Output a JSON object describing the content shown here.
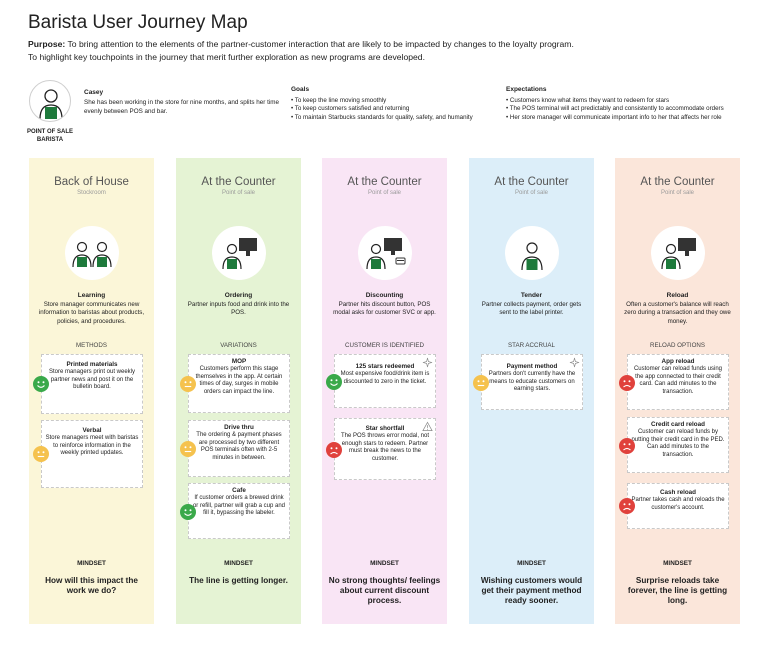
{
  "title": "Barista User Journey Map",
  "purpose": {
    "label": "Purpose:",
    "line1": " To bring attention to the elements of the partner-customer interaction that are likely to be impacted by changes to the loyalty program.",
    "line2": "To highlight key touchpoints in the journey that merit further exploration as new programs are developed."
  },
  "persona": {
    "role_line1": "POINT OF SALE",
    "role_line2": "BARISTA",
    "name": "Casey",
    "description": "She has been working in the store for nine months, and splits her time evenly between POS and bar."
  },
  "goals": {
    "heading": "Goals",
    "items": [
      "• To keep the line moving smoothly",
      "• To keep customers satisfied and returning",
      "• To maintain Starbucks standards for quality, safety, and humanity"
    ]
  },
  "expectations": {
    "heading": "Expectations",
    "items": [
      "• Customers know what items they want to redeem for stars",
      "• The POS terminal will act predictably and consistently to accommodate orders",
      "• Her store manager will communicate important info to her that affects her role"
    ]
  },
  "colors": {
    "col1": "#fbf6d8",
    "col2": "#e5f3d4",
    "col3": "#f9e5f5",
    "col4": "#dceef9",
    "col5": "#fbe6da",
    "apron": "#1e7a3c",
    "happy": "#3aa94a",
    "neutral": "#f5c24e",
    "sad": "#e0413c"
  },
  "columns": [
    {
      "heading": "Back of House",
      "sub": "Stockroom",
      "icon": "two-baristas-icon",
      "step": "Learning",
      "desc": "Store manager communicates new information to baristas about products, policies, and procedures.",
      "section": "METHODS",
      "cards": [
        {
          "title": "Printed materials",
          "text": "Store managers print out weekly partner news and post it on the bulletin board.",
          "face": "happy"
        },
        {
          "title": "Verbal",
          "text": "Store managers meet with baristas to reinforce information in the weekly printed updates.",
          "face": "neutral"
        }
      ],
      "mindset_label": "MINDSET",
      "mindset": "How will this impact the work we do?"
    },
    {
      "heading": "At the Counter",
      "sub": "Point of sale",
      "icon": "barista-pos-icon",
      "step": "Ordering",
      "desc": "Partner inputs food and drink into the POS.",
      "section": "VARIATIONS",
      "cards": [
        {
          "title": "MOP",
          "text": "Customers perform this stage themselves in the app. At certain times of day, surges in mobile orders can impact the line.",
          "face": "neutral"
        },
        {
          "title": "Drive thru",
          "text": "The ordering & payment phases are processed by two different POS terminals often with 2-5 minutes in between.",
          "face": "neutral"
        },
        {
          "title": "Cafe",
          "text": "If customer orders a brewed drink or refill, partner will grab a cup and fill it, bypassing the labeler.",
          "face": "happy"
        }
      ],
      "mindset_label": "MINDSET",
      "mindset": "The line is getting longer."
    },
    {
      "heading": "At the Counter",
      "sub": "Point of sale",
      "icon": "barista-pos-card-icon",
      "step": "Discounting",
      "desc": "Partner hits discount button, POS modal asks for customer SVC or app.",
      "section": "CUSTOMER IS IDENTIFIED",
      "cards": [
        {
          "title": "125 stars redeemed",
          "text": "Most expensive food/drink item is discounted to zero in the ticket.",
          "face": "happy",
          "corner": "sparkle-icon"
        },
        {
          "title": "Star shortfall",
          "text": "The POS throws error modal, not enough stars to redeem. Partner must break the news to the customer.",
          "face": "sad",
          "corner": "warning-icon"
        }
      ],
      "mindset_label": "MINDSET",
      "mindset": "No strong thoughts/ feelings about current discount process."
    },
    {
      "heading": "At the Counter",
      "sub": "Point of sale",
      "icon": "barista-icon",
      "step": "Tender",
      "desc": "Partner collects payment, order gets sent to the label printer.",
      "section": "STAR ACCRUAL",
      "cards": [
        {
          "title": "Payment method",
          "text": "Partners don't currently have the means to educate customers on earning stars.",
          "face": "neutral",
          "corner": "sparkle-icon"
        }
      ],
      "mindset_label": "MINDSET",
      "mindset": "Wishing customers would get their payment method ready sooner."
    },
    {
      "heading": "At the Counter",
      "sub": "Point of sale",
      "icon": "barista-pos-icon",
      "step": "Reload",
      "desc": "Often a customer's balance will reach zero during a transaction and they owe money.",
      "section": "RELOAD OPTIONS",
      "cards": [
        {
          "title": "App reload",
          "text": "Customer can reload funds using the app connected to their credit card. Can add minutes to the transaction.",
          "face": "sad"
        },
        {
          "title": "Credit card reload",
          "text": "Customer can reload funds by putting their credit card in the PED. Can add minutes to the transaction.",
          "face": "sad"
        },
        {
          "title": "Cash reload",
          "text": "Partner takes cash and reloads the customer's account.",
          "face": "sad"
        }
      ],
      "mindset_label": "MINDSET",
      "mindset": "Surprise reloads take forever, the line is getting long."
    }
  ]
}
